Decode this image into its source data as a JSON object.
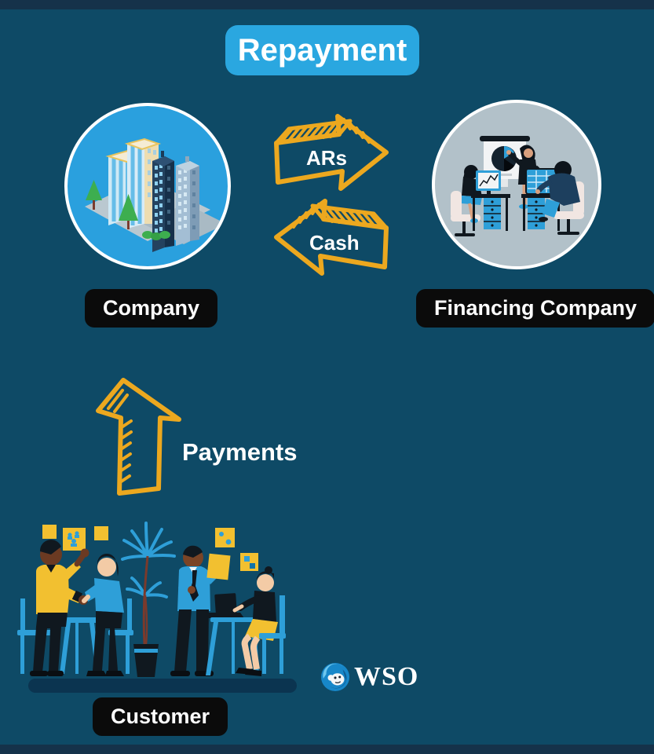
{
  "colors": {
    "background": "#0e4a66",
    "strip": "#15324a",
    "accent_blue": "#2aa7e0",
    "circle_blue": "#2aa0de",
    "circle_gray": "#b2c1c9",
    "arrow_gold": "#eca81f",
    "label_bg": "#0b0b0b",
    "illustration_yellow": "#f2c030",
    "illustration_blue": "#2e9fd8",
    "text_white": "#ffffff"
  },
  "title": {
    "text": "Repayment"
  },
  "flow": {
    "company": {
      "label": "Company",
      "illustration": "isometric-city-buildings"
    },
    "financing_company": {
      "label": "Financing Company",
      "illustration": "office-team-analytics-meeting"
    },
    "customer": {
      "label": "Customer",
      "illustration": "people-handshake-and-desk"
    },
    "arrows": {
      "ars": {
        "label": "ARs",
        "direction": "right",
        "from": "Company",
        "to": "Financing Company"
      },
      "cash": {
        "label": "Cash",
        "direction": "left",
        "from": "Financing Company",
        "to": "Company"
      },
      "payments": {
        "label": "Payments",
        "direction": "up",
        "from": "Customer",
        "to": "Company"
      }
    }
  },
  "logo": {
    "text": "WSO",
    "icon": "wso-monkey-icon"
  }
}
